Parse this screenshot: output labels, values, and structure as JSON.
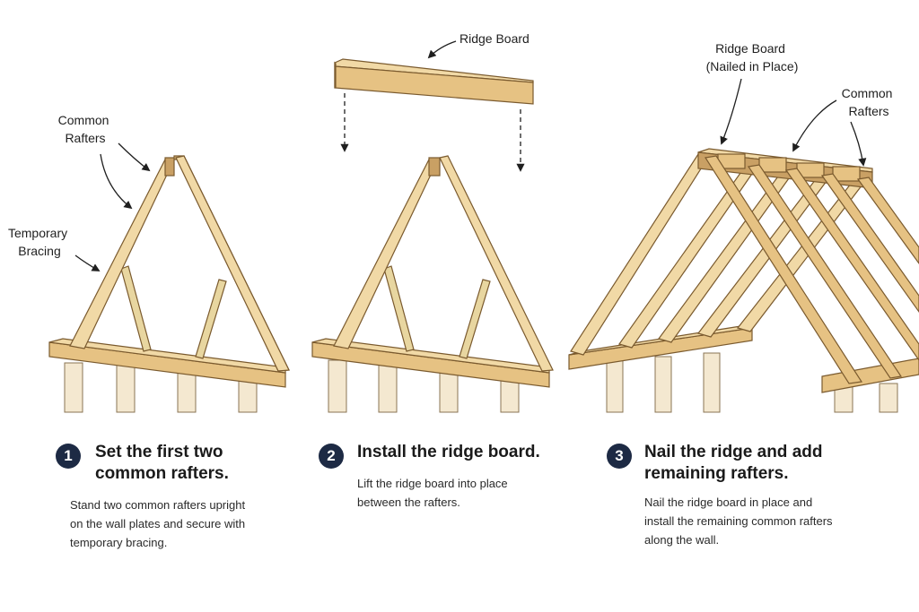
{
  "labels": {
    "common_rafters_1": [
      "Common",
      "Rafters"
    ],
    "temporary_bracing": [
      "Temporary",
      "Bracing"
    ],
    "ridge_board": "Ridge Board",
    "ridge_board_nailed": [
      "Ridge Board",
      "(Nailed in Place)"
    ],
    "common_rafters_3": [
      "Common",
      "Rafters"
    ]
  },
  "steps": [
    {
      "number": "1",
      "title_lines": [
        "Set the first two",
        "common rafters."
      ],
      "desc_lines": [
        "Stand two common rafters upright",
        "on the wall plates and secure with",
        "temporary bracing."
      ]
    },
    {
      "number": "2",
      "title_lines": [
        "Install the ridge board."
      ],
      "desc_lines": [
        "Lift the ridge board into place",
        "between the rafters."
      ]
    },
    {
      "number": "3",
      "title_lines": [
        "Nail the ridge and add",
        "remaining rafters."
      ],
      "desc_lines": [
        "Nail the ridge board in place and",
        "install the remaining common rafters",
        "along the wall."
      ]
    }
  ],
  "colors": {
    "wood_light": "#f1d9a6",
    "wood_mid": "#e6c283",
    "wood_dark": "#c9a064",
    "outline": "#7a5a2e",
    "post": "#f4e8d0",
    "badge": "#1d2a44"
  }
}
